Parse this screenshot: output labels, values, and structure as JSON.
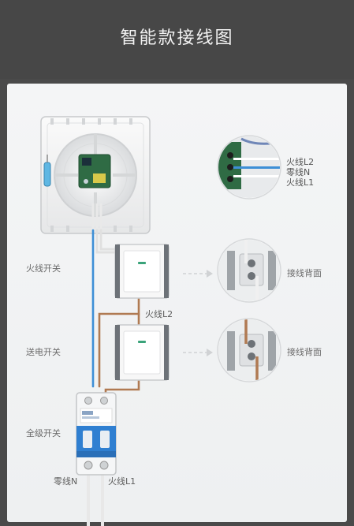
{
  "title": "智能款接线图",
  "labels": {
    "live_switch": "火线开关",
    "power_switch": "送电开关",
    "main_switch": "全级开关",
    "neutral_wire": "零线N",
    "live_l1": "火线L1",
    "live_l2": "火线L2",
    "back_wiring_1": "接线背面",
    "back_wiring_2": "接线背面"
  },
  "legend": [
    "火线L2",
    "零线N",
    "火线L1"
  ],
  "colors": {
    "live_wire": "#b07a52",
    "neutral_wire": "#3d8fd6",
    "white_wire": "#e9e9e9",
    "panel_bg": "#f2f3f4",
    "header_bg": "#474747"
  }
}
